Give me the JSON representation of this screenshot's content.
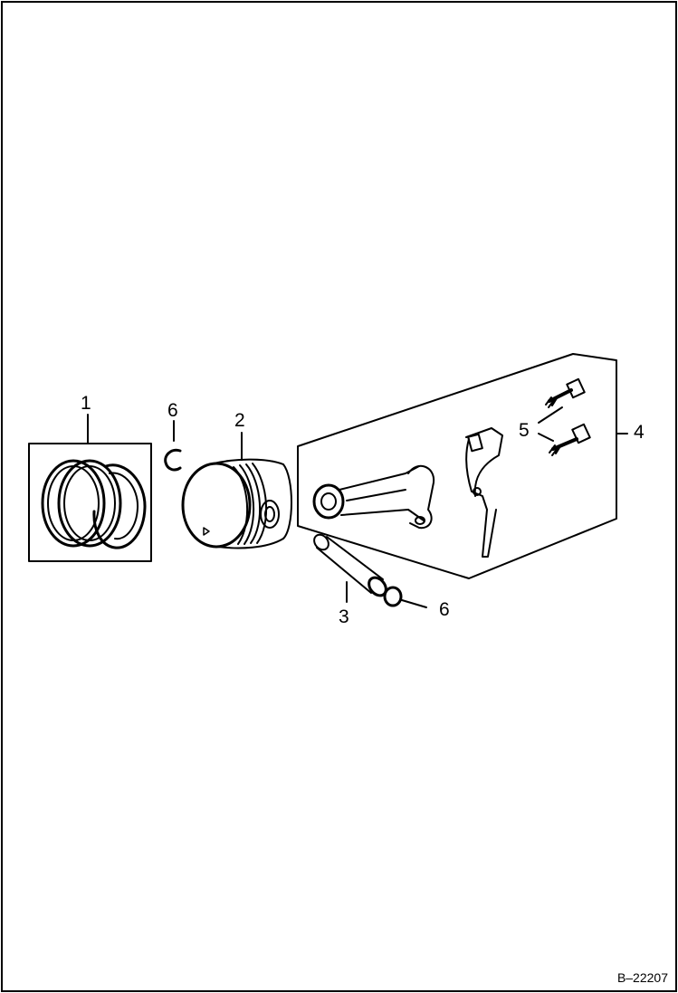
{
  "callouts": {
    "piston_rings": "1",
    "piston": "2",
    "piston_pin": "3",
    "connecting_rod_assembly": "4",
    "rod_bolts": "5",
    "clip_upper": "6",
    "clip_lower": "6"
  },
  "figure_id": "B–22207",
  "colors": {
    "line": "#000000",
    "background": "#ffffff"
  }
}
